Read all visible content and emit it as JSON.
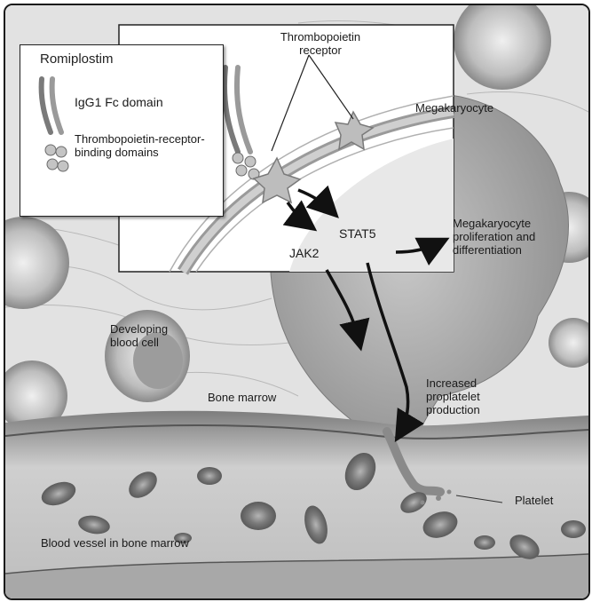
{
  "labels": {
    "legend_title": "Romiplostim",
    "legend_fc": "IgG1 Fc domain",
    "legend_binding": "Thrombopoietin-receptor-binding domains",
    "receptor": "Thrombopoietin receptor",
    "megakaryocyte": "Megakaryocyte",
    "stat5": "STAT5",
    "jak2": "JAK2",
    "proliferation": "Megakaryocyte proliferation and differentiation",
    "developing": "Developing blood cell",
    "bone_marrow": "Bone marrow",
    "proplatelet": "Increased proplatelet production",
    "platelet": "Platelet",
    "vessel": "Blood vessel in bone marrow"
  }
}
